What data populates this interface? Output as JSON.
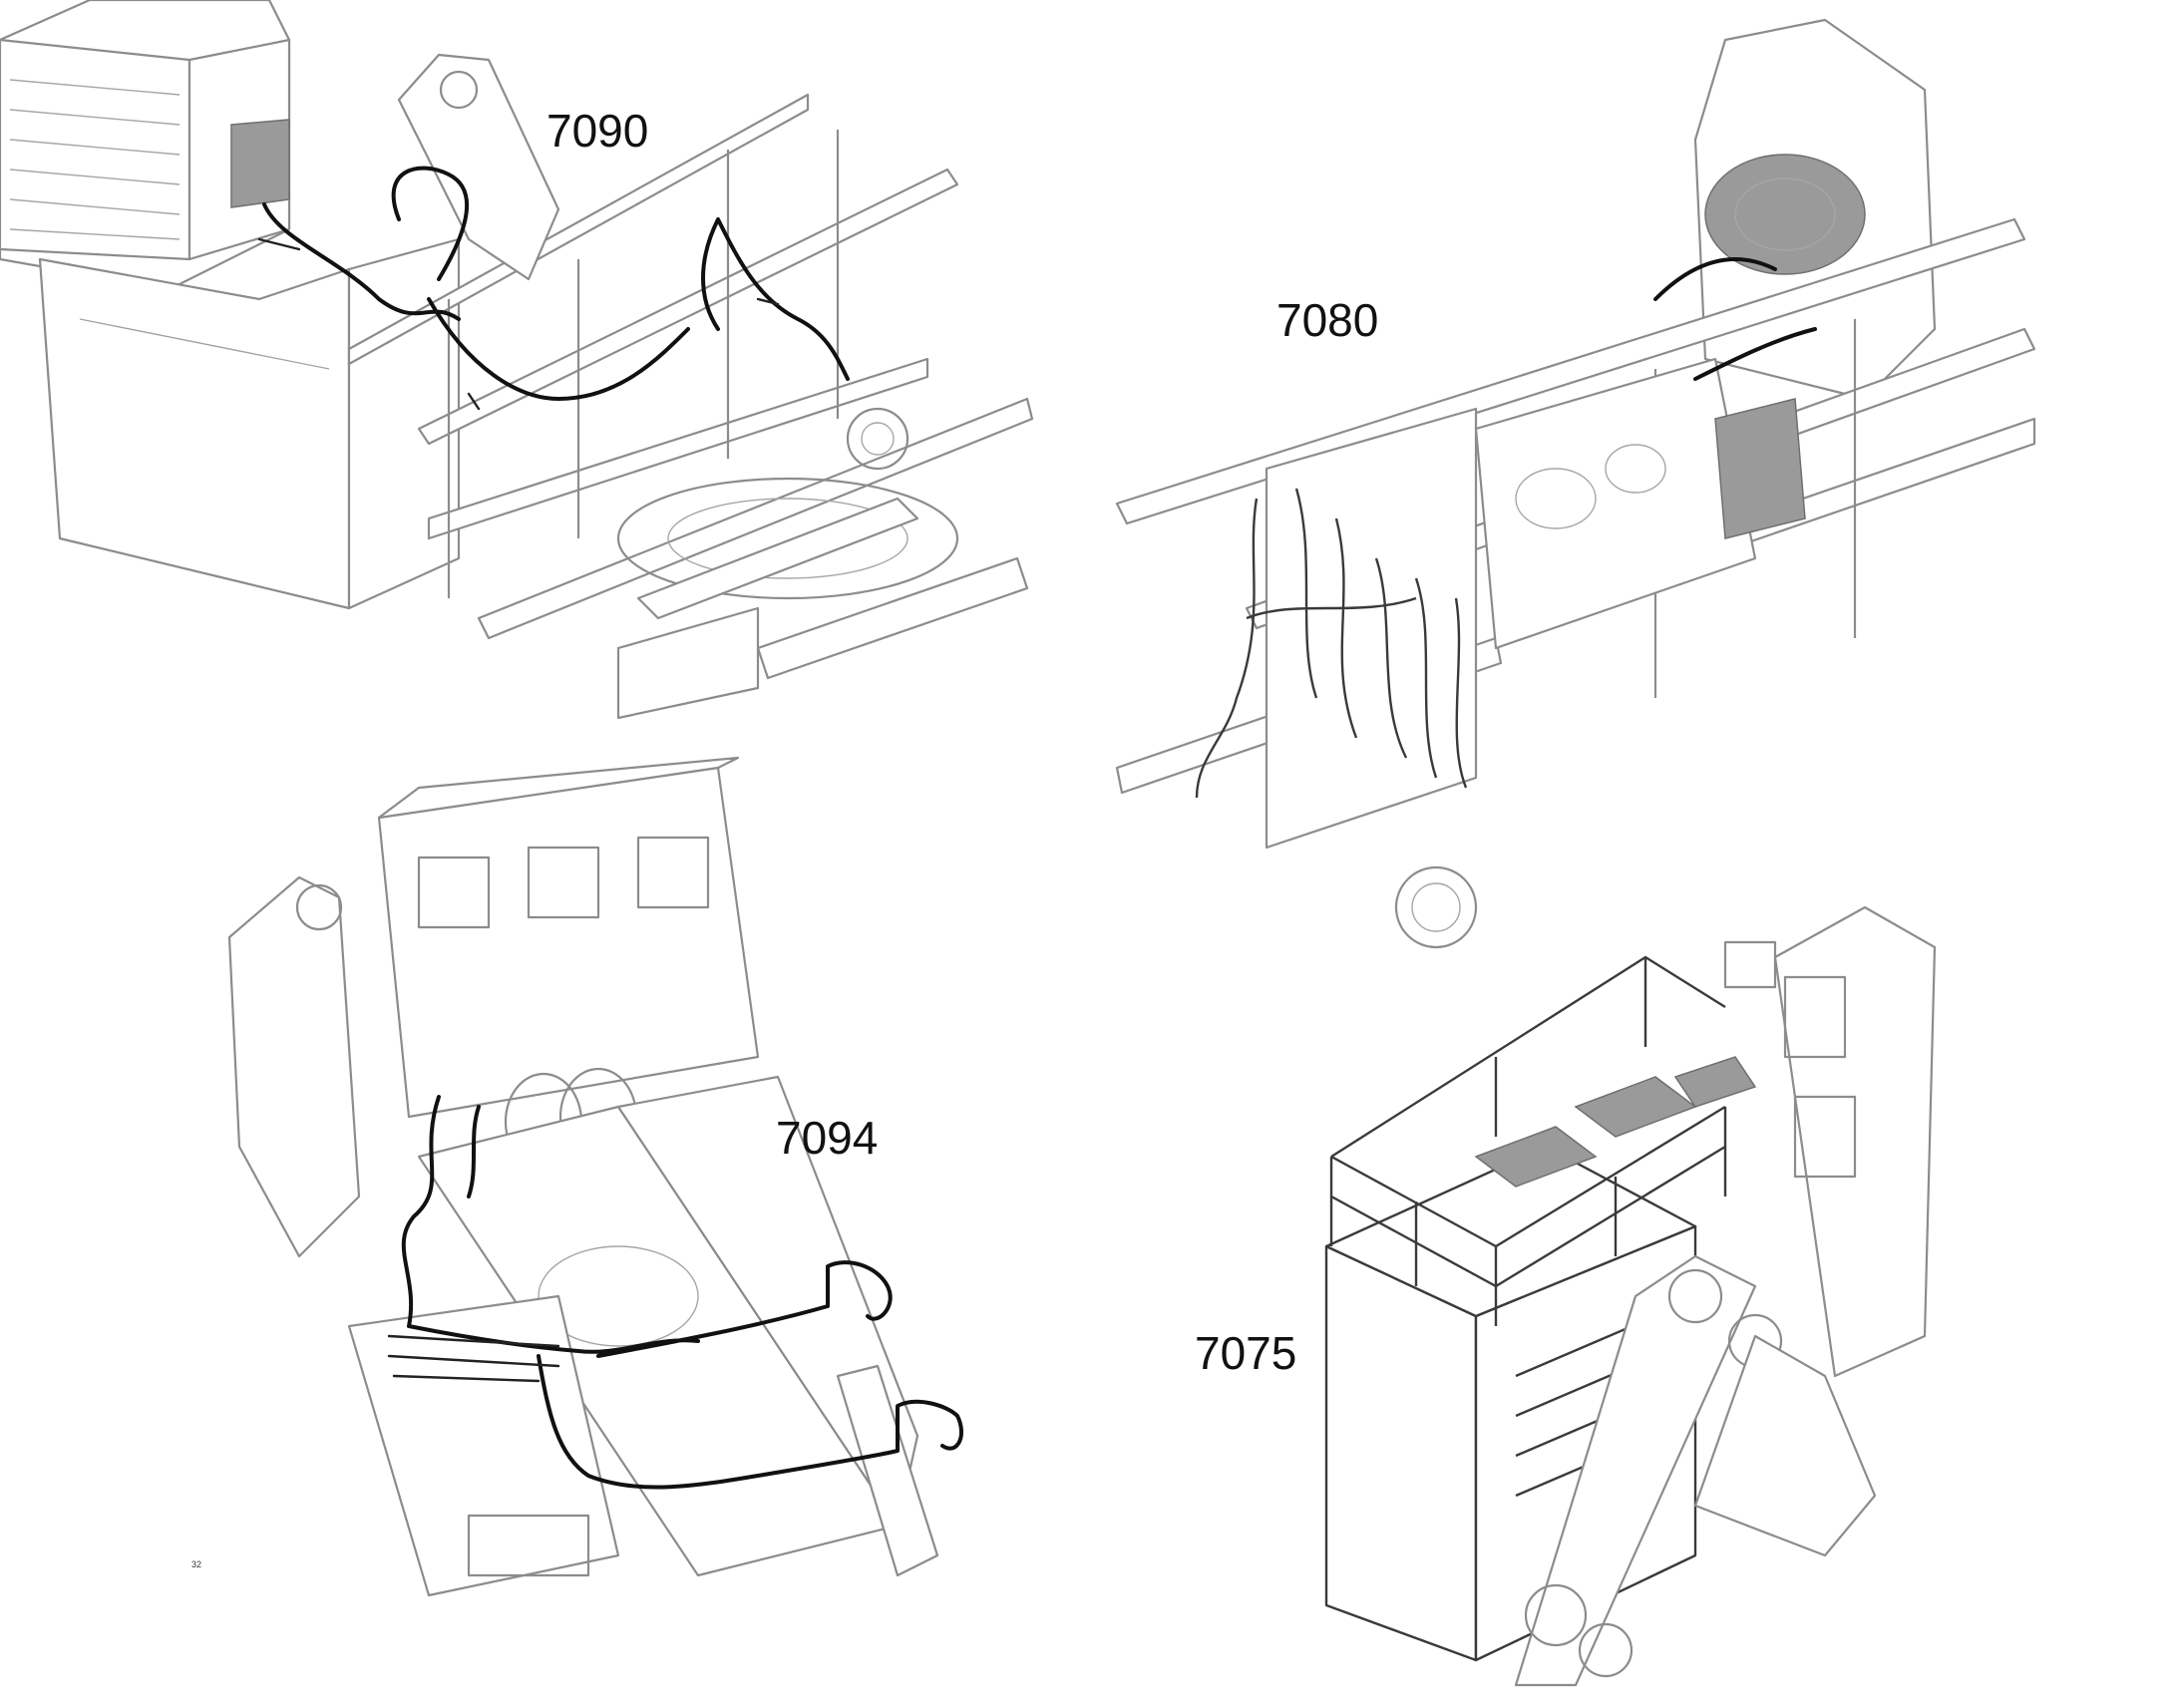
{
  "callouts": {
    "c7090": "7090",
    "c7080": "7080",
    "c7094": "7094",
    "c7075": "7075"
  },
  "page_number": "32",
  "colors": {
    "line_art": "#8c8c8c",
    "harness": "#111111",
    "shading": "#9a9a9a",
    "background": "#ffffff"
  }
}
